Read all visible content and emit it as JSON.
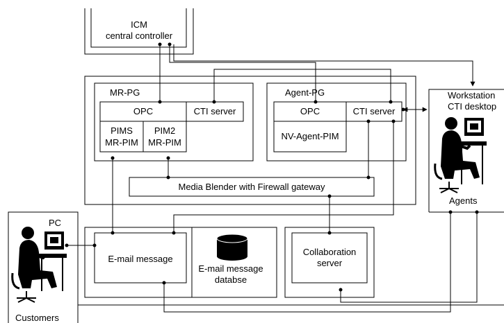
{
  "icm": {
    "line1": "ICM",
    "line2": "central controller"
  },
  "mr_pg": {
    "title": "MR-PG",
    "opc": "OPC",
    "cti_server": "CTI server",
    "pims_line1": "PIMS",
    "pims_line2": "MR-PIM",
    "pim2_line1": "PIM2",
    "pim2_line2": "MR-PIM"
  },
  "agent_pg": {
    "title": "Agent-PG",
    "opc": "OPC",
    "cti_server": "CTI server",
    "nv_agent_pim": "NV-Agent-PIM"
  },
  "media_blender": "Media Blender with Firewall gateway",
  "workstation": {
    "line1": "Workstation",
    "line2": "CTI desktop",
    "agents": "Agents"
  },
  "customers": {
    "pc": "PC",
    "label": "Customers"
  },
  "email_message": "E-mail message",
  "email_db": {
    "line1": "E-mail message",
    "line2": "databse"
  },
  "collaboration": {
    "line1": "Collaboration",
    "line2": "server"
  }
}
